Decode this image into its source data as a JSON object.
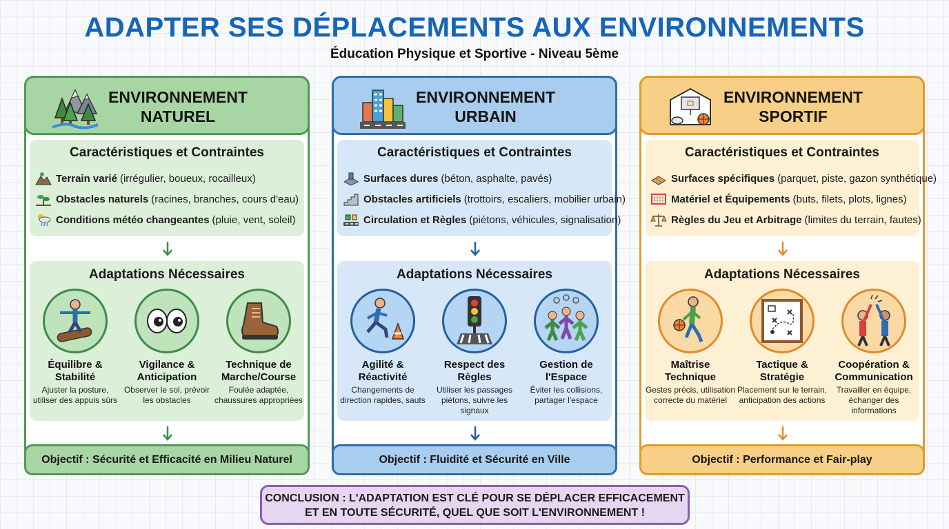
{
  "header": {
    "title": "ADAPTER SES DÉPLACEMENTS AUX ENVIRONNEMENTS",
    "subtitle": "Éducation Physique et Sportive - Niveau 5ème"
  },
  "columns": [
    {
      "title_line1": "ENVIRONNEMENT",
      "title_line2": "NATUREL",
      "icon": "forest-mountain-icon",
      "characteristics_title": "Caractéristiques et Contraintes",
      "characteristics": [
        {
          "icon": "terrain-icon",
          "label": "Terrain varié",
          "detail": "(irrégulier, boueux, rocailleux)"
        },
        {
          "icon": "plant-obstacle-icon",
          "label": "Obstacles naturels",
          "detail": "(racines, branches, cours d'eau)"
        },
        {
          "icon": "weather-icon",
          "label": "Conditions météo changeantes",
          "detail": "(pluie, vent, soleil)"
        }
      ],
      "adaptations_title": "Adaptations Nécessaires",
      "adaptations": [
        {
          "icon": "balance-person-icon",
          "title_line1": "Équilibre &",
          "title_line2": "Stabilité",
          "desc": "Ajuster la posture, utiliser des appuis sûrs"
        },
        {
          "icon": "eyes-icon",
          "title_line1": "Vigilance &",
          "title_line2": "Anticipation",
          "desc": "Observer le sol, prévoir les obstacles"
        },
        {
          "icon": "hiking-boot-icon",
          "title_line1": "Technique de",
          "title_line2": "Marche/Course",
          "desc": "Foulée adaptée, chaussures appropriées"
        }
      ],
      "objective": "Objectif : Sécurité et Efficacité en Milieu Naturel"
    },
    {
      "title_line1": "ENVIRONNEMENT",
      "title_line2": "URBAIN",
      "icon": "city-buildings-icon",
      "characteristics_title": "Caractéristiques et Contraintes",
      "characteristics": [
        {
          "icon": "hard-surface-icon",
          "label": "Surfaces dures",
          "detail": "(béton, asphalte, pavés)"
        },
        {
          "icon": "stairs-icon",
          "label": "Obstacles artificiels",
          "detail": "(trottoirs, escaliers, mobilier urbain)"
        },
        {
          "icon": "road-sign-icon",
          "label": "Circulation et Règles",
          "detail": "(piétons, véhicules, signalisation)"
        }
      ],
      "adaptations_title": "Adaptations Nécessaires",
      "adaptations": [
        {
          "icon": "agility-runner-icon",
          "title_line1": "Agilité &",
          "title_line2": "Réactivité",
          "desc": "Changements de direction rapides, sauts"
        },
        {
          "icon": "traffic-light-icon",
          "title_line1": "Respect des",
          "title_line2": "Règles",
          "desc": "Utiliser les passages piétons, suivre les signaux"
        },
        {
          "icon": "crowd-icon",
          "title_line1": "Gestion de",
          "title_line2": "l'Espace",
          "desc": "Éviter les collisions, partager l'espace"
        }
      ],
      "objective": "Objectif : Fluidité et Sécurité en Ville"
    },
    {
      "title_line1": "ENVIRONNEMENT",
      "title_line2": "SPORTIF",
      "icon": "gymnasium-icon",
      "characteristics_title": "Caractéristiques et Contraintes",
      "characteristics": [
        {
          "icon": "parquet-icon",
          "label": "Surfaces spécifiques",
          "detail": "(parquet, piste, gazon synthétique)"
        },
        {
          "icon": "goal-icon",
          "label": "Matériel et Équipements",
          "detail": "(buts, filets, plots, lignes)"
        },
        {
          "icon": "scales-icon",
          "label": "Règles du Jeu et Arbitrage",
          "detail": "(limites du terrain, fautes)"
        }
      ],
      "adaptations_title": "Adaptations Nécessaires",
      "adaptations": [
        {
          "icon": "basketball-player-icon",
          "title_line1": "Maîtrise",
          "title_line2": "Technique",
          "desc": "Gestes précis, utilisation correcte du matériel"
        },
        {
          "icon": "tactics-board-icon",
          "title_line1": "Tactique &",
          "title_line2": "Stratégie",
          "desc": "Placement sur le terrain, anticipation des actions"
        },
        {
          "icon": "high-five-icon",
          "title_line1": "Coopération &",
          "title_line2": "Communication",
          "desc": "Travailler en équipe, échanger des informations"
        }
      ],
      "objective": "Objectif : Performance et Fair-play"
    }
  ],
  "conclusion": {
    "line1": "CONCLUSION : L'ADAPTATION EST CLÉ POUR SE DÉPLACER EFFICACEMENT",
    "line2": "ET EN TOUTE SÉCURITÉ, QUEL QUE SOIT L'ENVIRONNEMENT !"
  },
  "colors": {
    "title": "#1565b8",
    "nature": "#4f9a57",
    "urban": "#2f6db0",
    "sport": "#e09a2c",
    "conclusion": "#8a5bb5"
  }
}
